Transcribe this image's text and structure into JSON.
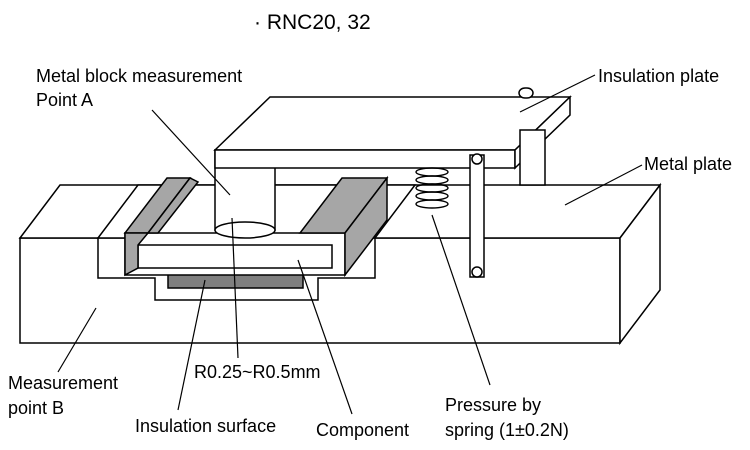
{
  "title": "· RNC20, 32",
  "labels": {
    "metal_block_line1": "Metal block measurement",
    "metal_block_line2": "Point A",
    "insulation_plate": "Insulation plate",
    "metal_plate": "Metal plate",
    "radius": "R0.25~R0.5mm",
    "measurement_b_line1": "Measurement",
    "measurement_b_line2": "point B",
    "insulation_surface": "Insulation surface",
    "component": "Component",
    "pressure_line1": "Pressure by",
    "pressure_line2": "spring (1±0.2N)"
  },
  "colors": {
    "outline": "#000000",
    "background": "#ffffff",
    "terminal_gray": "#a6a6a6",
    "insulation_dark": "#7f7f7f"
  }
}
